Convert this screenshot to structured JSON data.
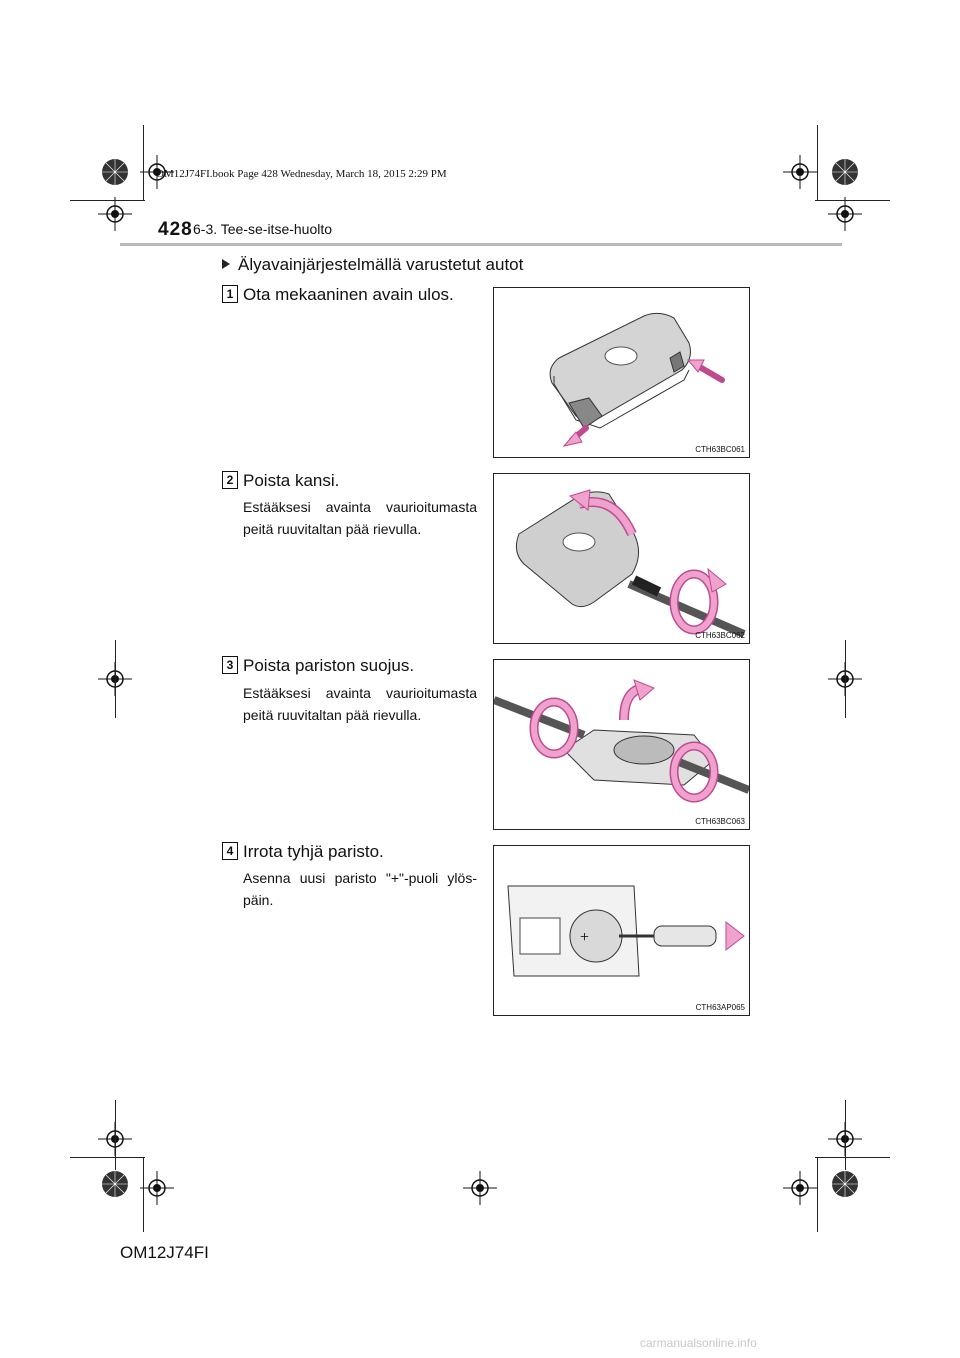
{
  "book_header": "OM12J74FI.book  Page 428  Wednesday, March 18, 2015  2:29 PM",
  "page_number": "428",
  "section_title": "6-3. Tee-se-itse-huolto",
  "intro": "Älyavainjärjestelmällä varustetut autot",
  "steps": [
    {
      "number": "1",
      "title": "Ota mekaaninen avain ulos.",
      "note": "",
      "figure_code": "CTH63BC061"
    },
    {
      "number": "2",
      "title": "Poista kansi.",
      "note": "Estääksesi avainta vaurioitumasta peitä ruuvitaltan pää rievulla.",
      "figure_code": "CTH63BC062"
    },
    {
      "number": "3",
      "title": "Poista pariston suojus.",
      "note": "Estääksesi avainta vaurioitumasta peitä ruuvitaltan pää rievulla.",
      "figure_code": "CTH63BC063"
    },
    {
      "number": "4",
      "title": "Irrota tyhjä paristo.",
      "note": "Asenna uusi paristo \"+\"-puoli ylös-päin.",
      "figure_code": "CTH63AP065"
    }
  ],
  "footer_code": "OM12J74FI",
  "watermark": "carmanualsonline.info",
  "colors": {
    "arrow_pink": "#f0a2cf",
    "arrow_stroke": "#c04a8f",
    "header_rule": "#b9b9b9",
    "key_fill": "#cfcfcf"
  }
}
